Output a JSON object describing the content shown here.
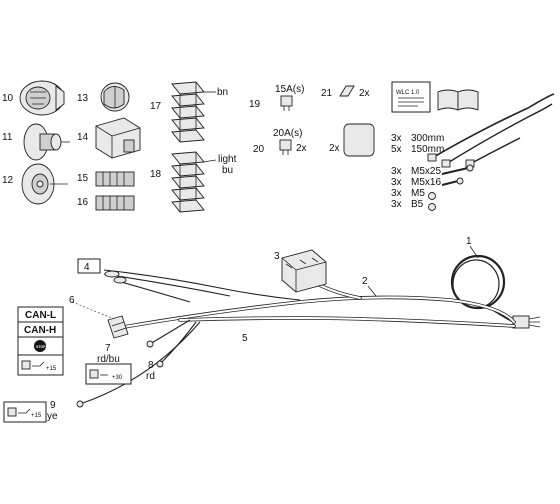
{
  "parts": {
    "p10": {
      "number": "10"
    },
    "p11": {
      "number": "11"
    },
    "p12": {
      "number": "12"
    },
    "p13": {
      "number": "13"
    },
    "p14": {
      "number": "14"
    },
    "p15": {
      "number": "15"
    },
    "p16": {
      "number": "16"
    },
    "p17": {
      "number": "17",
      "color": "bn"
    },
    "p18": {
      "number": "18",
      "color_line1": "light",
      "color_line2": "bu"
    },
    "p19": {
      "number": "19",
      "fuse": "15A(s)"
    },
    "p20": {
      "number": "20",
      "fuse": "20A(s)",
      "qty": "2x"
    },
    "p21": {
      "number": "21",
      "qty": "2x"
    },
    "pad": {
      "qty": "2x"
    },
    "manual": {
      "label": "WLC 1.0"
    }
  },
  "hardware": [
    {
      "qty": "3x",
      "spec": "300mm"
    },
    {
      "qty": "5x",
      "spec": "150mm"
    },
    {
      "qty": "3x",
      "spec": "M5x25"
    },
    {
      "qty": "3x",
      "spec": "M5x16"
    },
    {
      "qty": "3x",
      "spec": "M5"
    },
    {
      "qty": "3x",
      "spec": "B5"
    }
  ],
  "harness": {
    "callouts": {
      "c1": "1",
      "c2": "2",
      "c3": "3",
      "c4": "4",
      "c5": "5",
      "c6": "6",
      "c7": "7",
      "c8": "8",
      "c9": "9"
    },
    "wire_colors": {
      "w7": "rd/bu",
      "w8": "rd",
      "w9": "ye"
    },
    "signals": {
      "can_l": "CAN-L",
      "can_h": "CAN-H",
      "stop": "STOP"
    },
    "terminals": {
      "t15a": "+15",
      "t30": "+30",
      "t15b": "+15"
    }
  }
}
